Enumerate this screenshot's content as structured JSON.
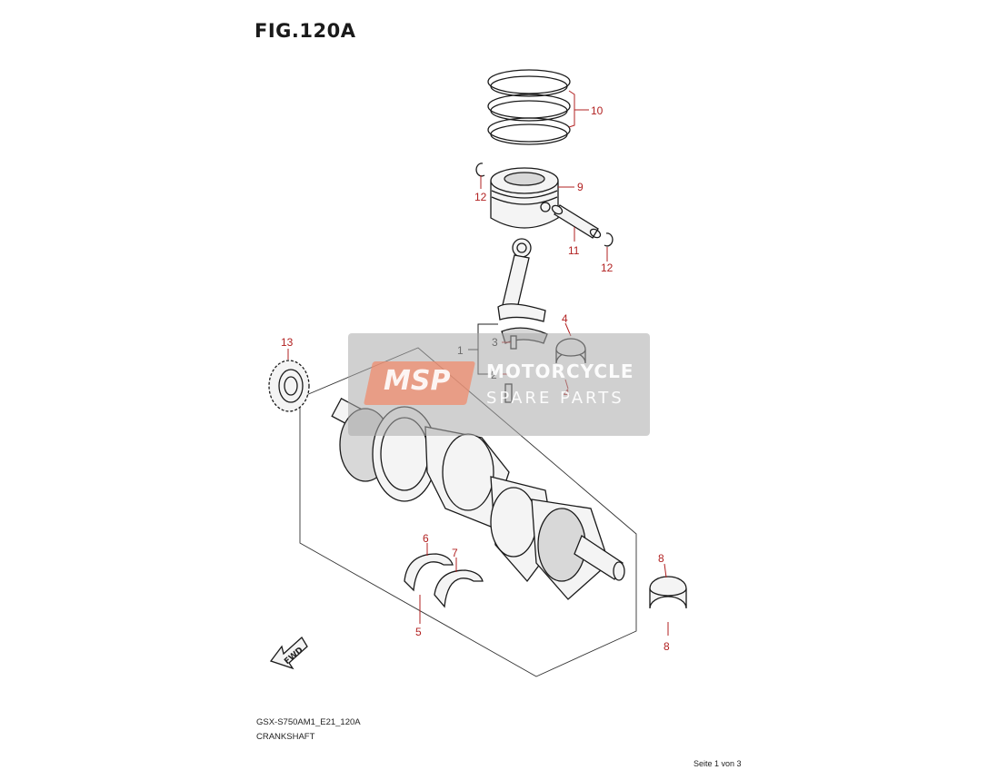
{
  "header": {
    "figure_title": "FIG.120A"
  },
  "footer": {
    "model_code": "GSX-S750AM1_E21_120A",
    "section_name": "CRANKSHAFT",
    "page_indicator": "Seite 1 von 3"
  },
  "watermark": {
    "logo": "MSP",
    "line1": "MOTORCYCLE",
    "line2": "SPARE PARTS"
  },
  "callouts": {
    "c1": "1",
    "c2": "2",
    "c3": "3",
    "c4a": "4",
    "c4b": "4",
    "c5": "5",
    "c6": "6",
    "c7": "7",
    "c8a": "8",
    "c8b": "8",
    "c9": "9",
    "c10": "10",
    "c11": "11",
    "c12a": "12",
    "c12b": "12",
    "c13": "13"
  },
  "fwd_arrow": {
    "label": "FWD"
  },
  "colors": {
    "callout": "#b22222",
    "line": "#1a1a1a",
    "watermark_logo": "#f08c6e"
  }
}
